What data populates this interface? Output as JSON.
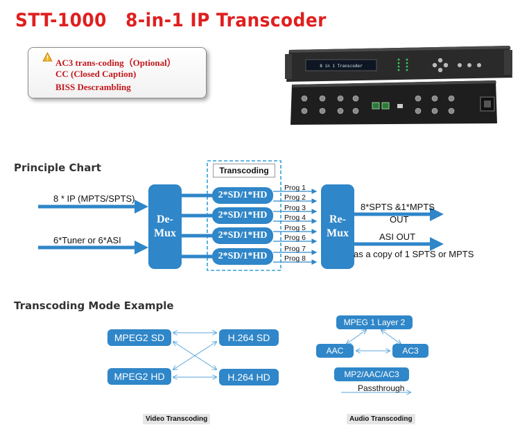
{
  "title": "STT-1000   8-in-1 IP Transcoder",
  "features": [
    "AC3 trans-coding（Optional）",
    "CC (Closed Caption)",
    "BISS Descrambling"
  ],
  "device": {
    "front_panel_text": "8 in 1 Transcoder"
  },
  "principle": {
    "heading": "Principle Chart",
    "input_ip": "8 * IP (MPTS/SPTS)",
    "input_tuner": "6*Tuner or 6*ASI",
    "demux": "De-\nMux",
    "remux": "Re-\nMux",
    "transcoding_title": "Transcoding",
    "transcoders": [
      "2*SD/1*HD",
      "2*SD/1*HD",
      "2*SD/1*HD",
      "2*SD/1*HD"
    ],
    "programs": [
      "Prog 1",
      "Prog 2",
      "Prog 3",
      "Prog 4",
      "Prog 5",
      "Prog 6",
      "Prog 7",
      "Prog 8"
    ],
    "output_ip_line1": "8*SPTS &1*MPTS",
    "output_ip_line2": "OUT",
    "output_asi_line1": "ASI OUT",
    "output_asi_line2": "as a copy of 1 SPTS or MPTS"
  },
  "modes": {
    "heading": "Transcoding Mode Example",
    "video": {
      "mpeg2_sd": "MPEG2 SD",
      "mpeg2_hd": "MPEG2 HD",
      "h264_sd": "H.264 SD",
      "h264_hd": "H.264 HD",
      "caption": "Video Transcoding"
    },
    "audio": {
      "mpeg1_l2": "MPEG 1 Layer 2",
      "aac": "AAC",
      "ac3": "AC3",
      "mp2_aac_ac3": "MP2/AAC/AC3",
      "passthrough": "Passthrough",
      "caption": "Audio Transcoding"
    }
  },
  "colors": {
    "title_red": "#e01f1f",
    "block_blue": "#2f86c8",
    "arrow_blue": "#2f86c8",
    "dashed_border": "#2f9fd8"
  }
}
